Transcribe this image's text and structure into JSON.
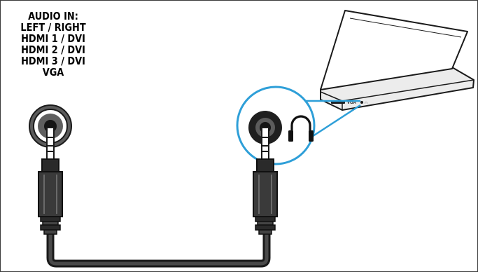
{
  "tv_input_labels": [
    "AUDIO IN:",
    "LEFT / RIGHT",
    "HDMI 1 / DVI",
    "HDMI 2 / DVI",
    "HDMI 3 / DVI",
    "VGA"
  ],
  "laptop_port_labels": {
    "vga": "VGA",
    "headphone_glyph": "∩"
  },
  "icons": {
    "headphone": "headphone-icon",
    "tv_audio_jack": "audio-jack-icon",
    "laptop_audio_jack": "audio-jack-icon"
  },
  "colors": {
    "line": "#1a1a1a",
    "callout_circle": "#2e9fd8",
    "laptop_screen": "#ffffff",
    "laptop_base": "#ececec",
    "jack_outer": "#5b5b5b",
    "jack_inner": "#222222"
  }
}
